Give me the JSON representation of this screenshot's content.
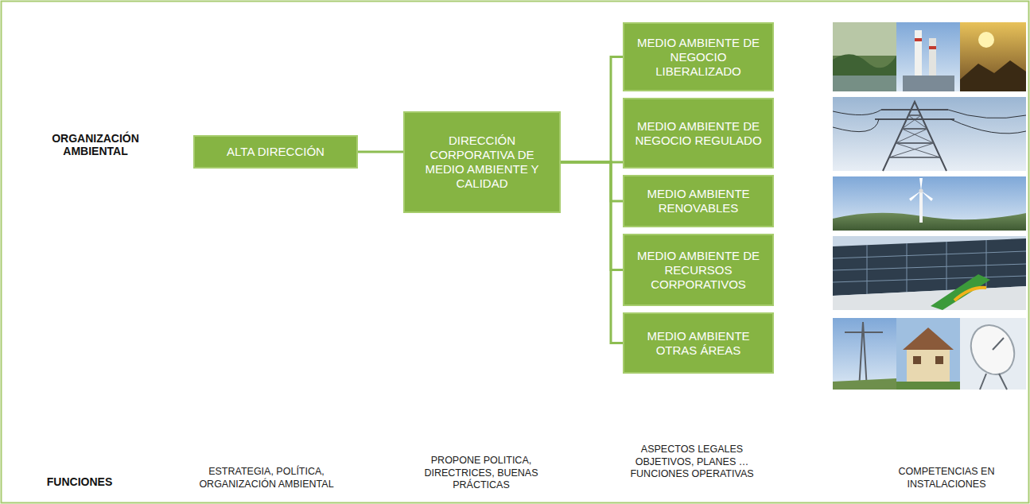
{
  "diagram": {
    "nodes": [
      {
        "text": [
          "ALTA DIRECCIÓN"
        ]
      },
      {
        "text": [
          "DIRECCIÓN CORPORATIVA DE MEDIO AMBIENTE Y CALIDAD"
        ]
      },
      {
        "text": [
          "MEDIO AMBIENTE DE NEGOCIO LIBERALIZADO"
        ]
      },
      {
        "text": [
          "MEDIO AMBIENTE DE NEGOCIO REGULADO"
        ]
      },
      {
        "text": [
          "MEDIO AMBIENTE RENOVABLES"
        ]
      },
      {
        "text": [
          "MEDIO AMBIENTE DE RECURSOS CORPORATIVOS"
        ]
      },
      {
        "text": [
          "MEDIO AMBIENTE OTRAS ÁREAS"
        ]
      }
    ],
    "edges": [
      {
        "from": 0,
        "to": 1,
        "arrow": "none"
      },
      {
        "from": 1,
        "to": 2,
        "arrow": "none"
      },
      {
        "from": 1,
        "to": 3,
        "arrow": "none"
      },
      {
        "from": 1,
        "to": 4,
        "arrow": "none"
      },
      {
        "from": 1,
        "to": 5,
        "arrow": "none"
      },
      {
        "from": 1,
        "to": 6,
        "arrow": "none"
      }
    ],
    "labels": [
      "ORGANIZACIÓN AMBIENTAL",
      "FUNCIONES",
      "ESTRATEGIA, POLÍTICA, ORGANIZACIÓN AMBIENTAL",
      "PROPONE POLITICA, DIRECTRICES, BUENAS PRÁCTICAS",
      "ASPECTOS LEGALES OBJETIVOS, PLANES … FUNCIONES OPERATIVAS",
      "COMPETENCIAS EN INSTALACIONES"
    ]
  }
}
